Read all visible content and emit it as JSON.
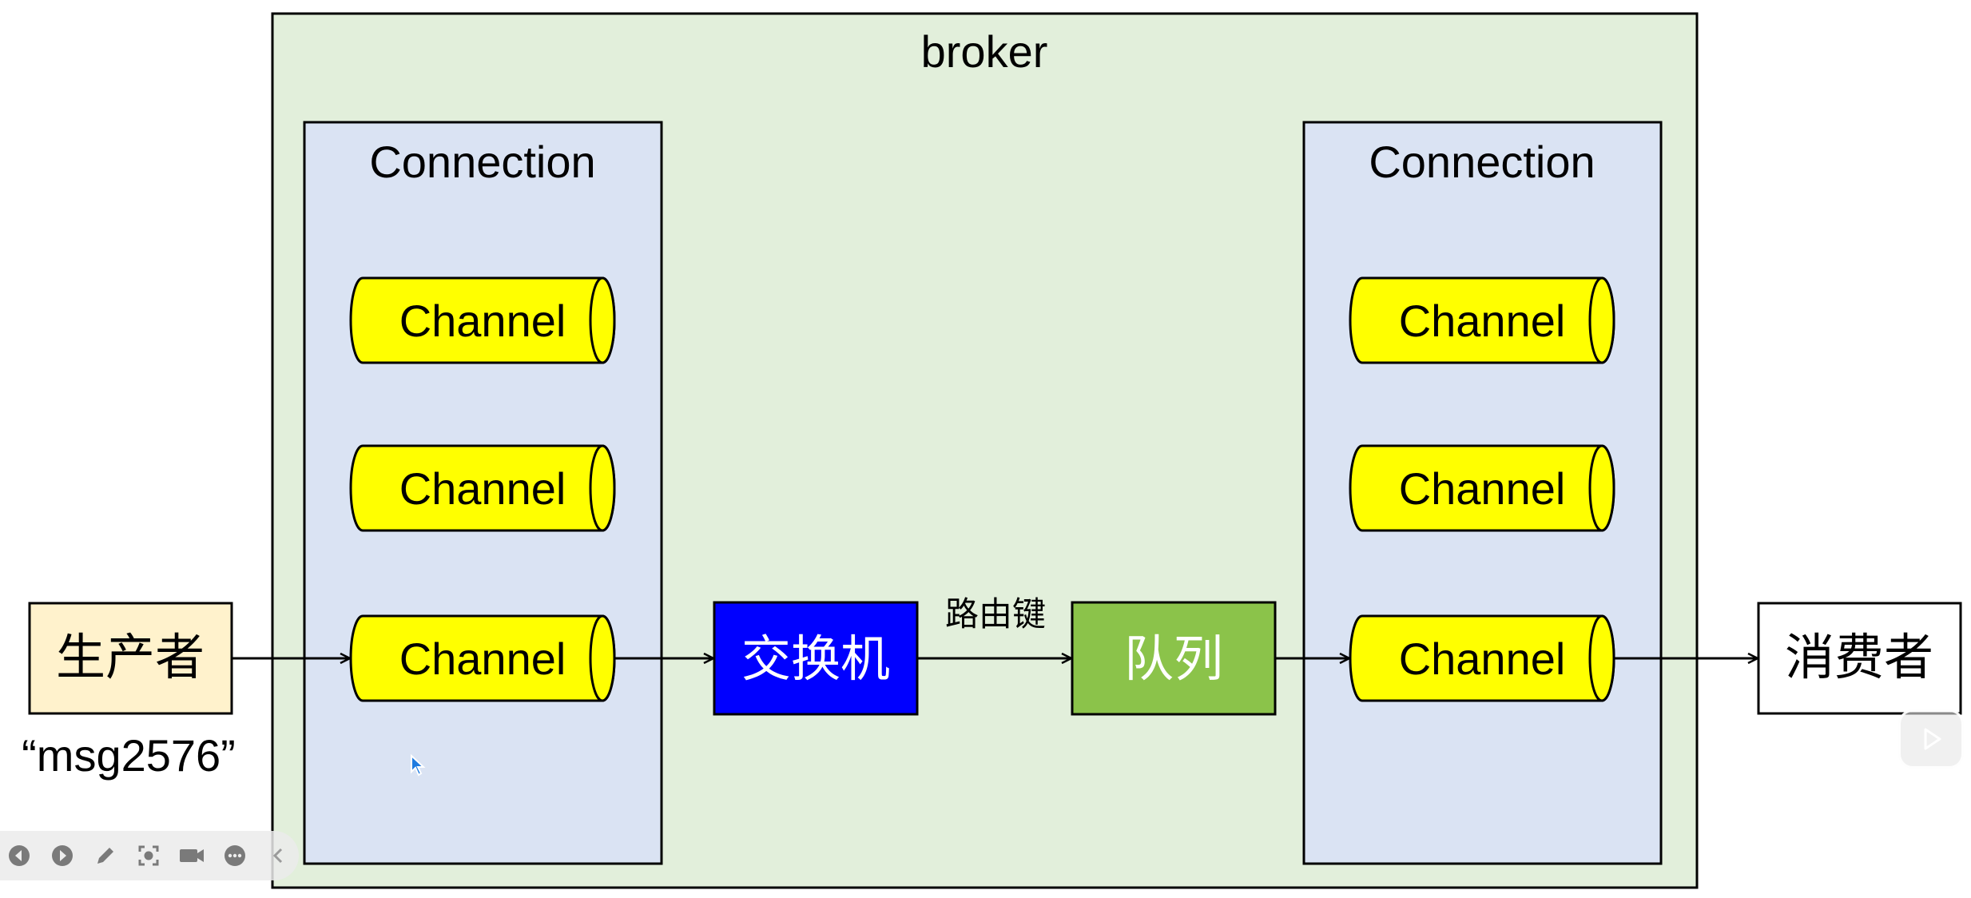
{
  "broker": {
    "label": "broker"
  },
  "connections": [
    {
      "label": "Connection",
      "channels": [
        "Channel",
        "Channel",
        "Channel"
      ]
    },
    {
      "label": "Connection",
      "channels": [
        "Channel",
        "Channel",
        "Channel"
      ]
    }
  ],
  "producer": {
    "label": "生产者",
    "message": "“msg2576”"
  },
  "exchange": {
    "label": "交换机"
  },
  "routing_key": {
    "label": "路由键"
  },
  "queue": {
    "label": "队列"
  },
  "consumer": {
    "label": "消费者"
  },
  "colors": {
    "broker_fill": "#e2efdb",
    "connection_fill": "#dae3f3",
    "channel_fill": "#ffff00",
    "producer_fill": "#fff2cc",
    "exchange_fill": "#0000ff",
    "queue_fill": "#8bc34a",
    "consumer_fill": "#ffffff"
  },
  "toolbar": {
    "icons": [
      "prev-icon",
      "play-icon",
      "pen-icon",
      "screenshot-icon",
      "camera-icon",
      "more-icon",
      "collapse-icon"
    ]
  }
}
